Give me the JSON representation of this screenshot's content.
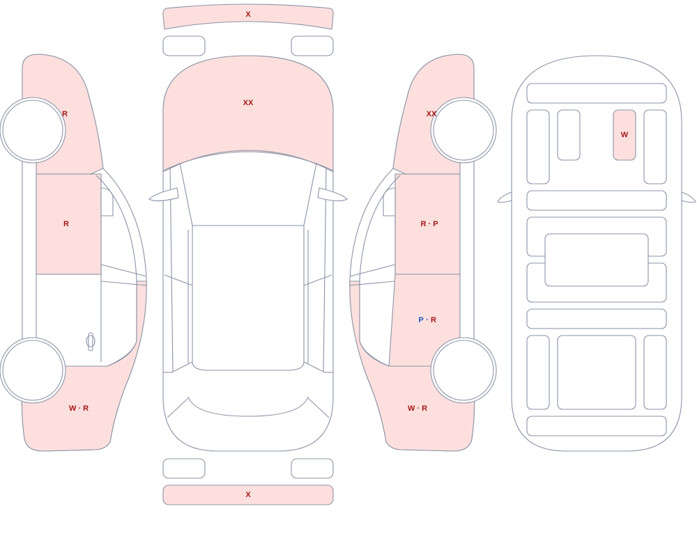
{
  "colors": {
    "outline": "#8a93a6",
    "damage_fill": "#fde0de",
    "label_red": "#a3171b",
    "label_blue": "#2457b5"
  },
  "labels": {
    "front_bumper": "X",
    "hood": "XX",
    "rear_bumper": "X",
    "left_front_fender": "R",
    "left_front_door": "R",
    "left_rear_quarter": "W · R",
    "right_front_fender": "XX",
    "right_front_door": "R · P",
    "right_rear_door_p": "P",
    "right_rear_door_sep": "·",
    "right_rear_door_r": "R",
    "right_rear_quarter": "W · R",
    "underbody_panel": "W"
  }
}
